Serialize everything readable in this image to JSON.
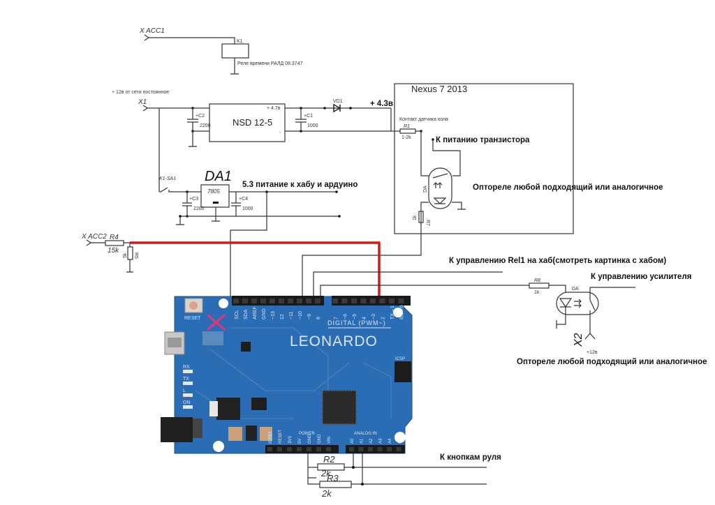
{
  "inputs": {
    "acc1": "X ACC1",
    "x1": "X1",
    "acc2": "X ACC2",
    "x2": "X2",
    "supply_note": "+ 12в от сети постоянное",
    "x2_note": "+12в"
  },
  "relay_k1": {
    "ref": "K1",
    "description": "Реле времени РАЛД 08.3747"
  },
  "converter": {
    "name": "NSD 12-5",
    "out_label": "+ 4.7в",
    "out_minus": "-"
  },
  "capacitors": {
    "c2": {
      "ref": "+C2",
      "value": "2200"
    },
    "c1": {
      "ref": "+C1",
      "value": "1000"
    },
    "c3": {
      "ref": "+C3",
      "value": "2200"
    },
    "c4": {
      "ref": "+C4",
      "value": "1000"
    }
  },
  "diode": {
    "ref": "VD1"
  },
  "voltage_43": "+ 4.3в",
  "nexus": {
    "title": "Nexus 7 2013",
    "hall_contact": "Контакт датчика хола",
    "r1_ref": "R1",
    "r1_value": "1-2k",
    "transistor_label": "К питанию транзистора",
    "optorelay_ref": "DA",
    "r7_ref": "R7",
    "r7_value": "1k"
  },
  "optorelay_note_1": "Оптореле любой подходящий или аналогичное",
  "regulator": {
    "ref": "DA1",
    "chip": "7805",
    "switch": "K1-SA1",
    "output_label": "5.3 питание к хабу и ардуино"
  },
  "divider": {
    "r4_ref": "R4",
    "r4_value": "15k",
    "r5_ref": "R5",
    "r5_value": "5k"
  },
  "hub_control_label": "К управлению Rel1 на хаб(смотреть картинка с хабом)",
  "amp": {
    "r8_ref": "R8",
    "r8_value": "1k",
    "optorelay_ref": "DA",
    "label": "К управлению усилителя",
    "note": "Оптореле любой подходящий или аналогичное"
  },
  "board": {
    "name": "LEONARDO",
    "reset": "RESET",
    "digital_label": "DIGITAL (PWM~)",
    "digital_pins": [
      "SCL",
      "SDA",
      "AREF",
      "GND",
      "~13",
      "12",
      "~11",
      "~10",
      "~9",
      "8",
      "7",
      "~6",
      "~5",
      "4",
      "~3",
      "2",
      "TX→1",
      "RX←0"
    ],
    "leds": [
      "RX",
      "TX",
      "L",
      "ON"
    ],
    "power_label": "POWER",
    "analog_label": "ANALOG IN",
    "power_pins": [
      "IOREF",
      "RESET",
      "3V3",
      "5V",
      "GND",
      "GND",
      "VIN"
    ],
    "analog_pins": [
      "A0",
      "A1",
      "A2",
      "A3",
      "A4",
      "A5"
    ],
    "icsp": "ICSP"
  },
  "steering": {
    "r2_ref": "R2",
    "r2_value": "2k",
    "r3_ref": "R3",
    "r3_value": "2k",
    "label": "К кнопкам руля"
  },
  "colors": {
    "wire": "#333333",
    "signal_wire": "#d11a1a",
    "cross_mark": "#e8337a",
    "pcb": "#2a6db5"
  }
}
